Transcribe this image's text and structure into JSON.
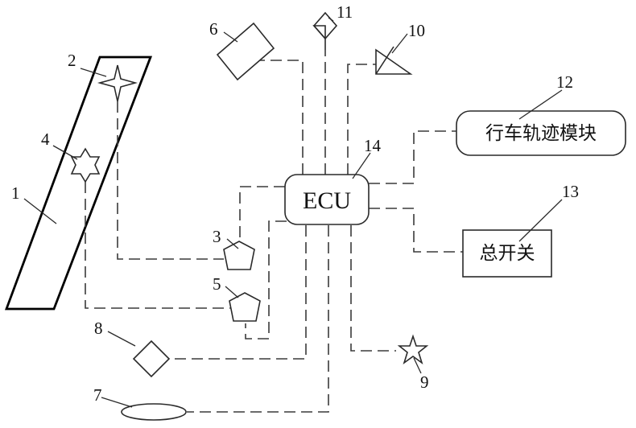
{
  "ecu": {
    "label": "ECU",
    "number": "14"
  },
  "trajectory_module": {
    "label": "行车轨迹模块",
    "number": "12"
  },
  "main_switch": {
    "label": "总开关",
    "number": "13"
  },
  "component_numbers": {
    "frame": "1",
    "sensor_top": "2",
    "pump_upper": "3",
    "sensor_mid": "4",
    "pump_lower": "5",
    "block_sensor": "6",
    "oval_sensor": "7",
    "diamond_sensor": "8",
    "star_sensor": "9",
    "triangle_sensor": "10",
    "diamond_top_sensor": "11"
  }
}
